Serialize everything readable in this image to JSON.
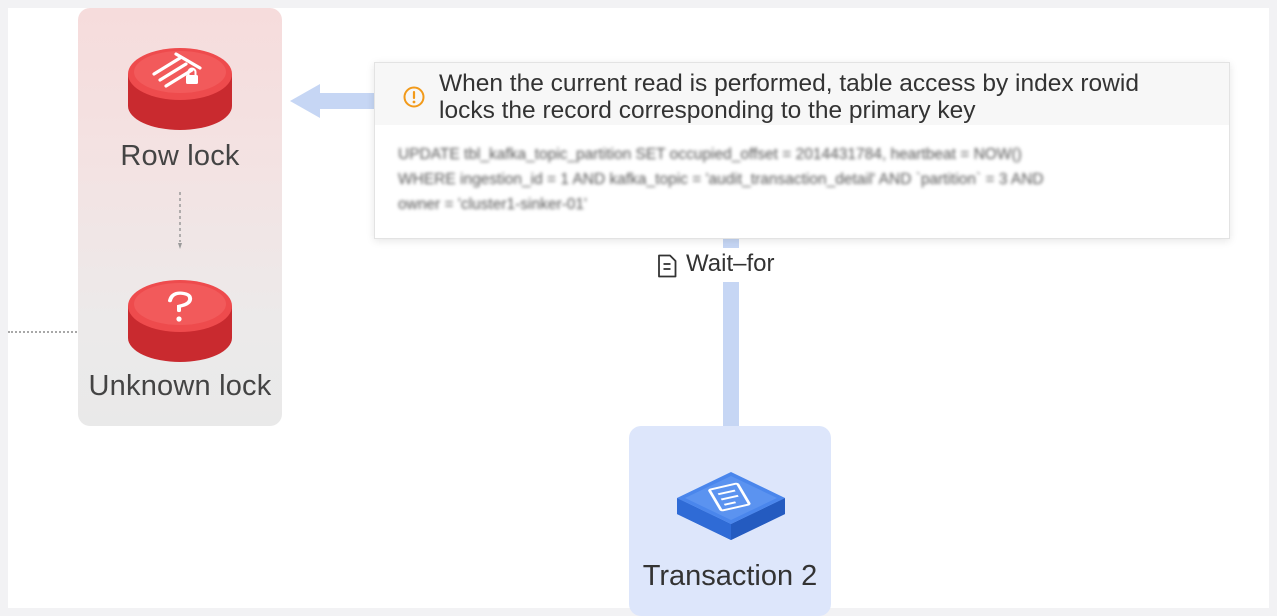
{
  "diagram": {
    "locks": [
      {
        "label": "Row lock",
        "icon": "row-lock-icon"
      },
      {
        "label": "Unknown lock",
        "icon": "unknown-lock-icon"
      }
    ],
    "tooltip": {
      "title": "When the current read is performed, table access by index rowid locks the record corresponding to the primary key",
      "sql": "UPDATE tbl_kafka_topic_partition SET occupied_offset = 2014431784, heartbeat = NOW() WHERE ingestion_id = 1 AND kafka_topic = 'audit_transaction_detail' AND `partition` = 3 AND owner = 'cluster1-sinker-01'"
    },
    "edge": {
      "label": "Wait–for",
      "icon": "document-icon"
    },
    "transaction": {
      "label": "Transaction 2",
      "icon": "transaction-icon"
    }
  },
  "colors": {
    "lock_red": "#e8393d",
    "edge_blue": "#c6d6f4",
    "transaction_blue": "#3f7fe6",
    "warning_orange": "#f29a1a"
  }
}
